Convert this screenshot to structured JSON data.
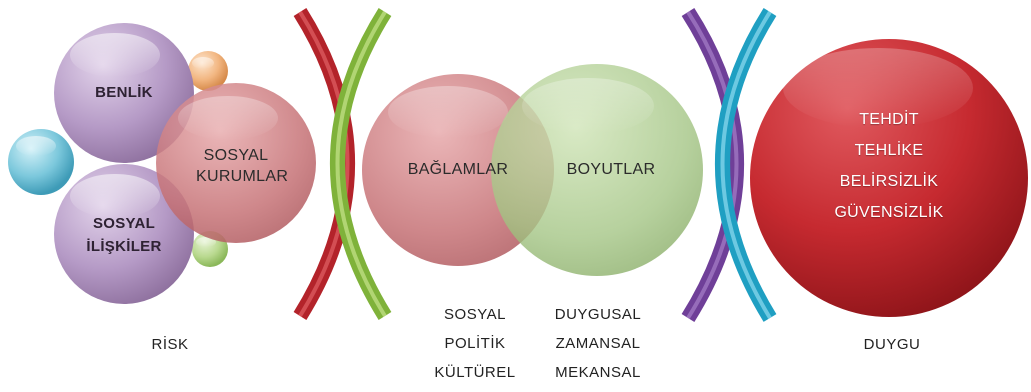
{
  "colors": {
    "purple": "#a98fb8",
    "rose": "#c97a7e",
    "green": "#a9c98b",
    "red": "#c8282e",
    "teal": "#2aa8c8",
    "lime": "#8cbf3a",
    "violet": "#7b4fa3"
  },
  "diagram": {
    "bubbles": {
      "benlik": "BENLİK",
      "sosyal_kurumlar": [
        "SOSYAL",
        "KURUMLAR"
      ],
      "sosyal_iliskiler": [
        "SOSYAL",
        "İLİŞKİLER"
      ],
      "baglamlar": "BAĞLAMLAR",
      "boyutlar": "BOYUTLAR",
      "duygu_circle": [
        "TEHDİT",
        "TEHLİKE",
        "BELİRSİZLİK",
        "GÜVENSİZLİK"
      ]
    },
    "bottom_labels": {
      "risk": "RİSK",
      "baglam_list": [
        "SOSYAL",
        "POLİTİK",
        "KÜLTÜREL"
      ],
      "boyut_list": [
        "DUYGUSAL",
        "ZAMANSAL",
        "MEKANSAL"
      ],
      "duygu": "DUYGU"
    }
  }
}
